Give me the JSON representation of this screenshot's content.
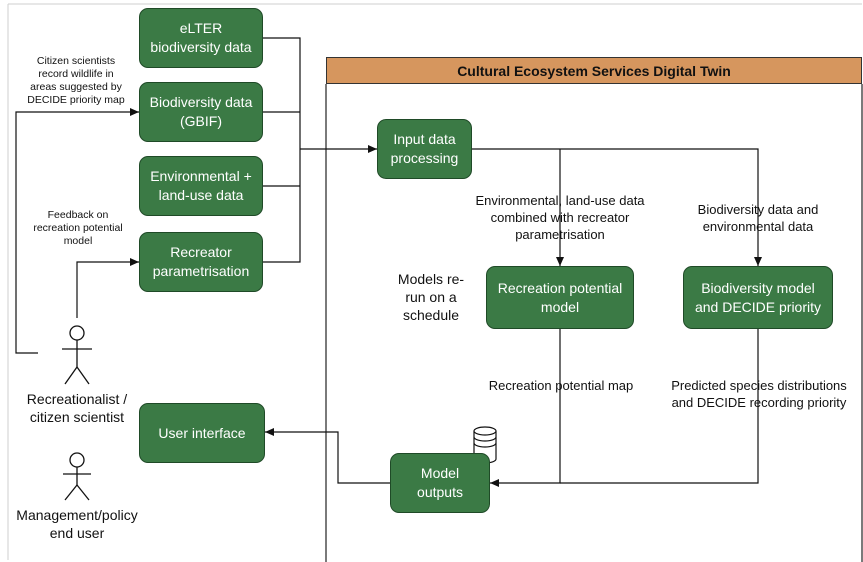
{
  "diagram": {
    "title": "Cultural Ecosystem Services Digital Twin",
    "nodes": {
      "elter": "eLTER\nbiodiversity data",
      "gbif": "Biodiversity data\n(GBIF)",
      "env": "Environmental +\nland-use data",
      "recreator": "Recreator\nparametrisation",
      "input": "Input data\nprocessing",
      "recreation_model": "Recreation potential\nmodel",
      "biodiversity_model": "Biodiversity model\nand DECIDE priority",
      "model_outputs": "Model\noutputs",
      "user_interface": "User interface"
    },
    "labels": {
      "citizen_note": "Citizen scientists\nrecord wildlife in\nareas suggested by\nDECIDE priority map",
      "feedback_note": "Feedback on\nrecreation potential\nmodel",
      "env_combined": "Environmental, land-use data\ncombined with recreator\nparametrisation",
      "bio_env": "Biodiversity data and\nenvironmental data",
      "rerun": "Models re-\nrun on a\nschedule",
      "recreation_map": "Recreation potential map",
      "predicted": "Predicted species distributions\nand DECIDE recording priority",
      "recreationalist": "Recreationalist /\ncitizen scientist",
      "management": "Management/policy\nend user"
    },
    "colors": {
      "node_fill": "#3b7a45",
      "node_border": "#1f4a27",
      "title_fill": "#d6965e"
    }
  }
}
